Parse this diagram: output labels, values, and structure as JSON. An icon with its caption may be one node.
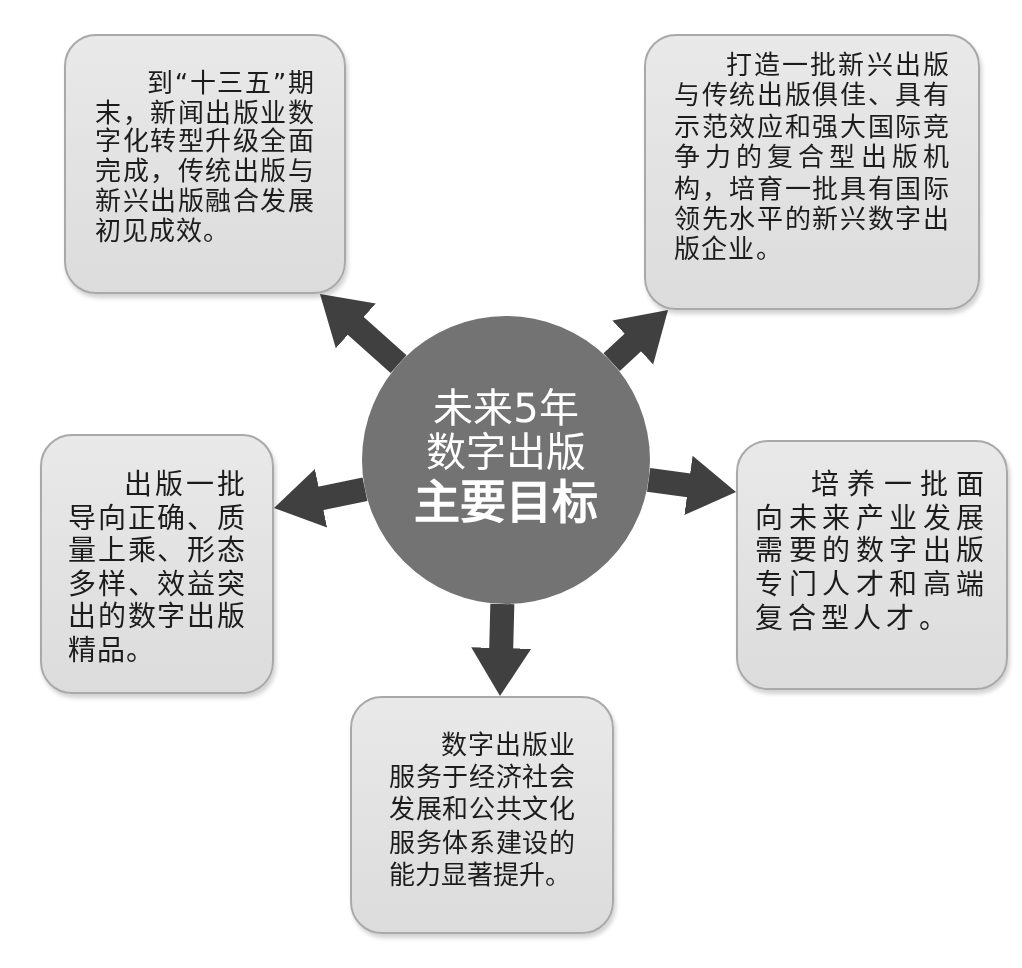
{
  "diagram": {
    "nodes": [
      {
        "text": [
          "到“十三五”期末，新闻出版业数字化转型升级全面完成，传统出版与新兴出版融合发展初见成效。"
        ]
      },
      {
        "text": [
          "打造一批新兴出版与传统出版俱佳、具有示范效应和强大国际竞争力的复合型出版机构，培育一批具有国际领先水平的新兴数字出版企业。"
        ]
      },
      {
        "text": [
          "未来5年数字出版",
          "主要目标"
        ]
      },
      {
        "text": [
          "出版一批导向正确、质量上乘、形态多样、效益突出的数字出版精品。"
        ]
      },
      {
        "text": [
          "培养一批面向未来产业发展需要的数字出版专门人才和高端复合型人才。"
        ]
      },
      {
        "text": [
          "数字出版业服务于经济社会发展和公共文化服务体系建设的能力显著提升。"
        ]
      }
    ],
    "edges": [
      {
        "from": 2,
        "to": 0,
        "arrow": "to"
      },
      {
        "from": 2,
        "to": 1,
        "arrow": "to"
      },
      {
        "from": 2,
        "to": 3,
        "arrow": "to"
      },
      {
        "from": 2,
        "to": 4,
        "arrow": "to"
      },
      {
        "from": 2,
        "to": 5,
        "arrow": "to"
      }
    ]
  }
}
